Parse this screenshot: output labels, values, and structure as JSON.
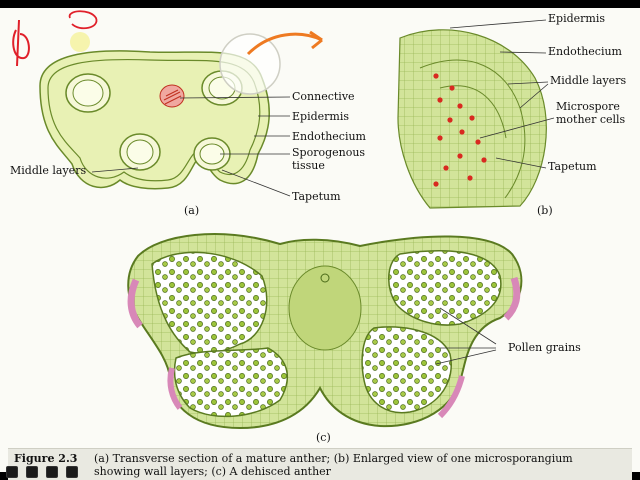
{
  "labels_a": {
    "connective": "Connective",
    "epidermis": "Epidermis",
    "endothecium": "Endothecium",
    "sporogenous": "Sporogenous",
    "tissue": "tissue",
    "middle_layers": "Middle layers",
    "tapetum": "Tapetum",
    "panel": "(a)"
  },
  "labels_b": {
    "epidermis": "Epidermis",
    "endothecium": "Endothecium",
    "middle_layers": "Middle layers",
    "microspore": "Microspore",
    "mother_cells": "mother cells",
    "tapetum": "Tapetum",
    "panel": "(b)"
  },
  "labels_c": {
    "pollen": "Pollen grains",
    "panel": "(c)"
  },
  "caption": {
    "figure": "Figure 2.3",
    "line1": "(a) Transverse section of a mature anther; (b) Enlarged view of one microsporangium",
    "line2": "showing wall layers; (c) A dehisced anther"
  },
  "colors": {
    "annotation_red": "#e0202a",
    "arrow_orange": "#ee7a22",
    "tissue_green": "#c8de8a",
    "cell_outline": "#8aa84a",
    "pink": "#d888b8"
  }
}
